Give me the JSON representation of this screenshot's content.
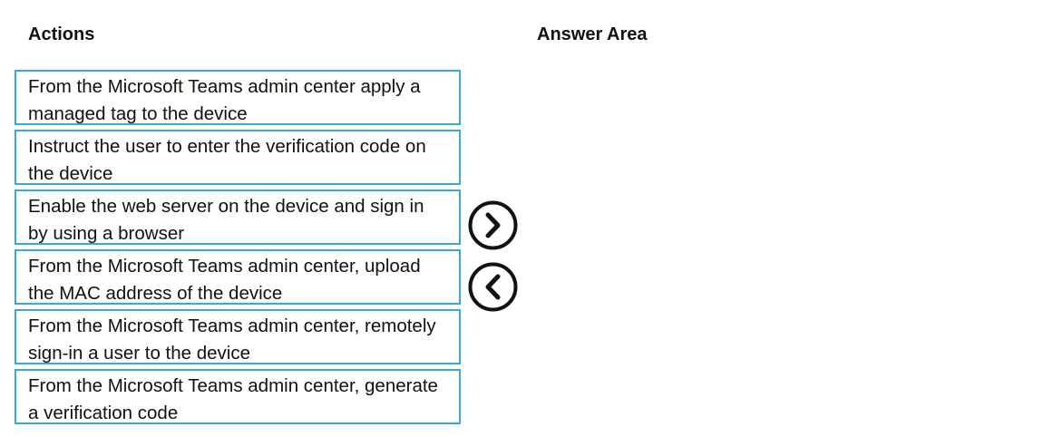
{
  "headings": {
    "actions": "Actions",
    "answer_area": "Answer Area"
  },
  "actions": [
    {
      "text": "From the Microsoft Teams admin center apply a managed tag to the device"
    },
    {
      "text": "Instruct the user to enter the verification code on the device"
    },
    {
      "text": "Enable the web server on the device and sign in by using a browser"
    },
    {
      "text": "From the Microsoft Teams admin center, upload the MAC address of the device"
    },
    {
      "text": "From the Microsoft Teams admin center, remotely sign-in a user to the device"
    },
    {
      "text": "From the Microsoft Teams admin center, generate a verification code"
    }
  ],
  "answer_area": {
    "items": []
  },
  "buttons": {
    "move_right_icon": "chevron-right-icon",
    "move_left_icon": "chevron-left-icon"
  },
  "colors": {
    "item_border": "#3aa7d9",
    "text": "#111111",
    "arrow": "#111111",
    "background": "#ffffff"
  }
}
